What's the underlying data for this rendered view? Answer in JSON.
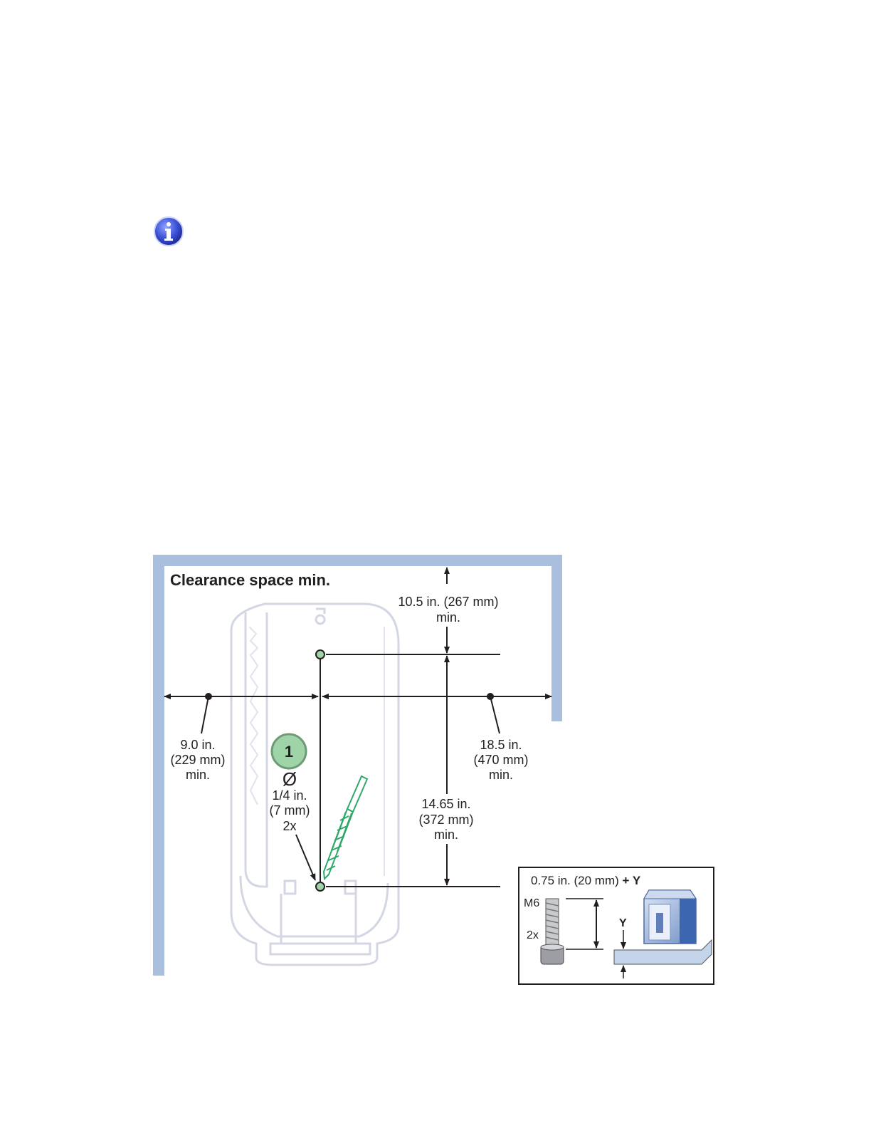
{
  "diagram": {
    "title": "Clearance space min.",
    "callout_number": "1",
    "diameter_symbol": "Ø",
    "hole": [
      "1/4 in.",
      "(7 mm)",
      "2x"
    ],
    "top_clearance": [
      "10.5 in. (267 mm)",
      "min."
    ],
    "left_clearance": [
      "9.0 in.",
      "(229 mm)",
      "min."
    ],
    "right_clearance": [
      "18.5 in.",
      "(470 mm)",
      "min."
    ],
    "vertical_spacing": [
      "14.65 in.",
      "(372 mm)",
      "min."
    ]
  },
  "inset": {
    "length_label": "0.75 in. (20 mm)",
    "plus_label": "+ Y",
    "screw_label": "M6",
    "qty_label": "2x",
    "y_label": "Y"
  },
  "colors": {
    "wall": "#a9bfdd",
    "callout_fill": "#9fd3a8",
    "drill": "#2fa86a",
    "info_icon": "#3a4fd0"
  },
  "icons": [
    "info-icon",
    "drill-bit-icon",
    "screw-icon",
    "printer-icon"
  ]
}
